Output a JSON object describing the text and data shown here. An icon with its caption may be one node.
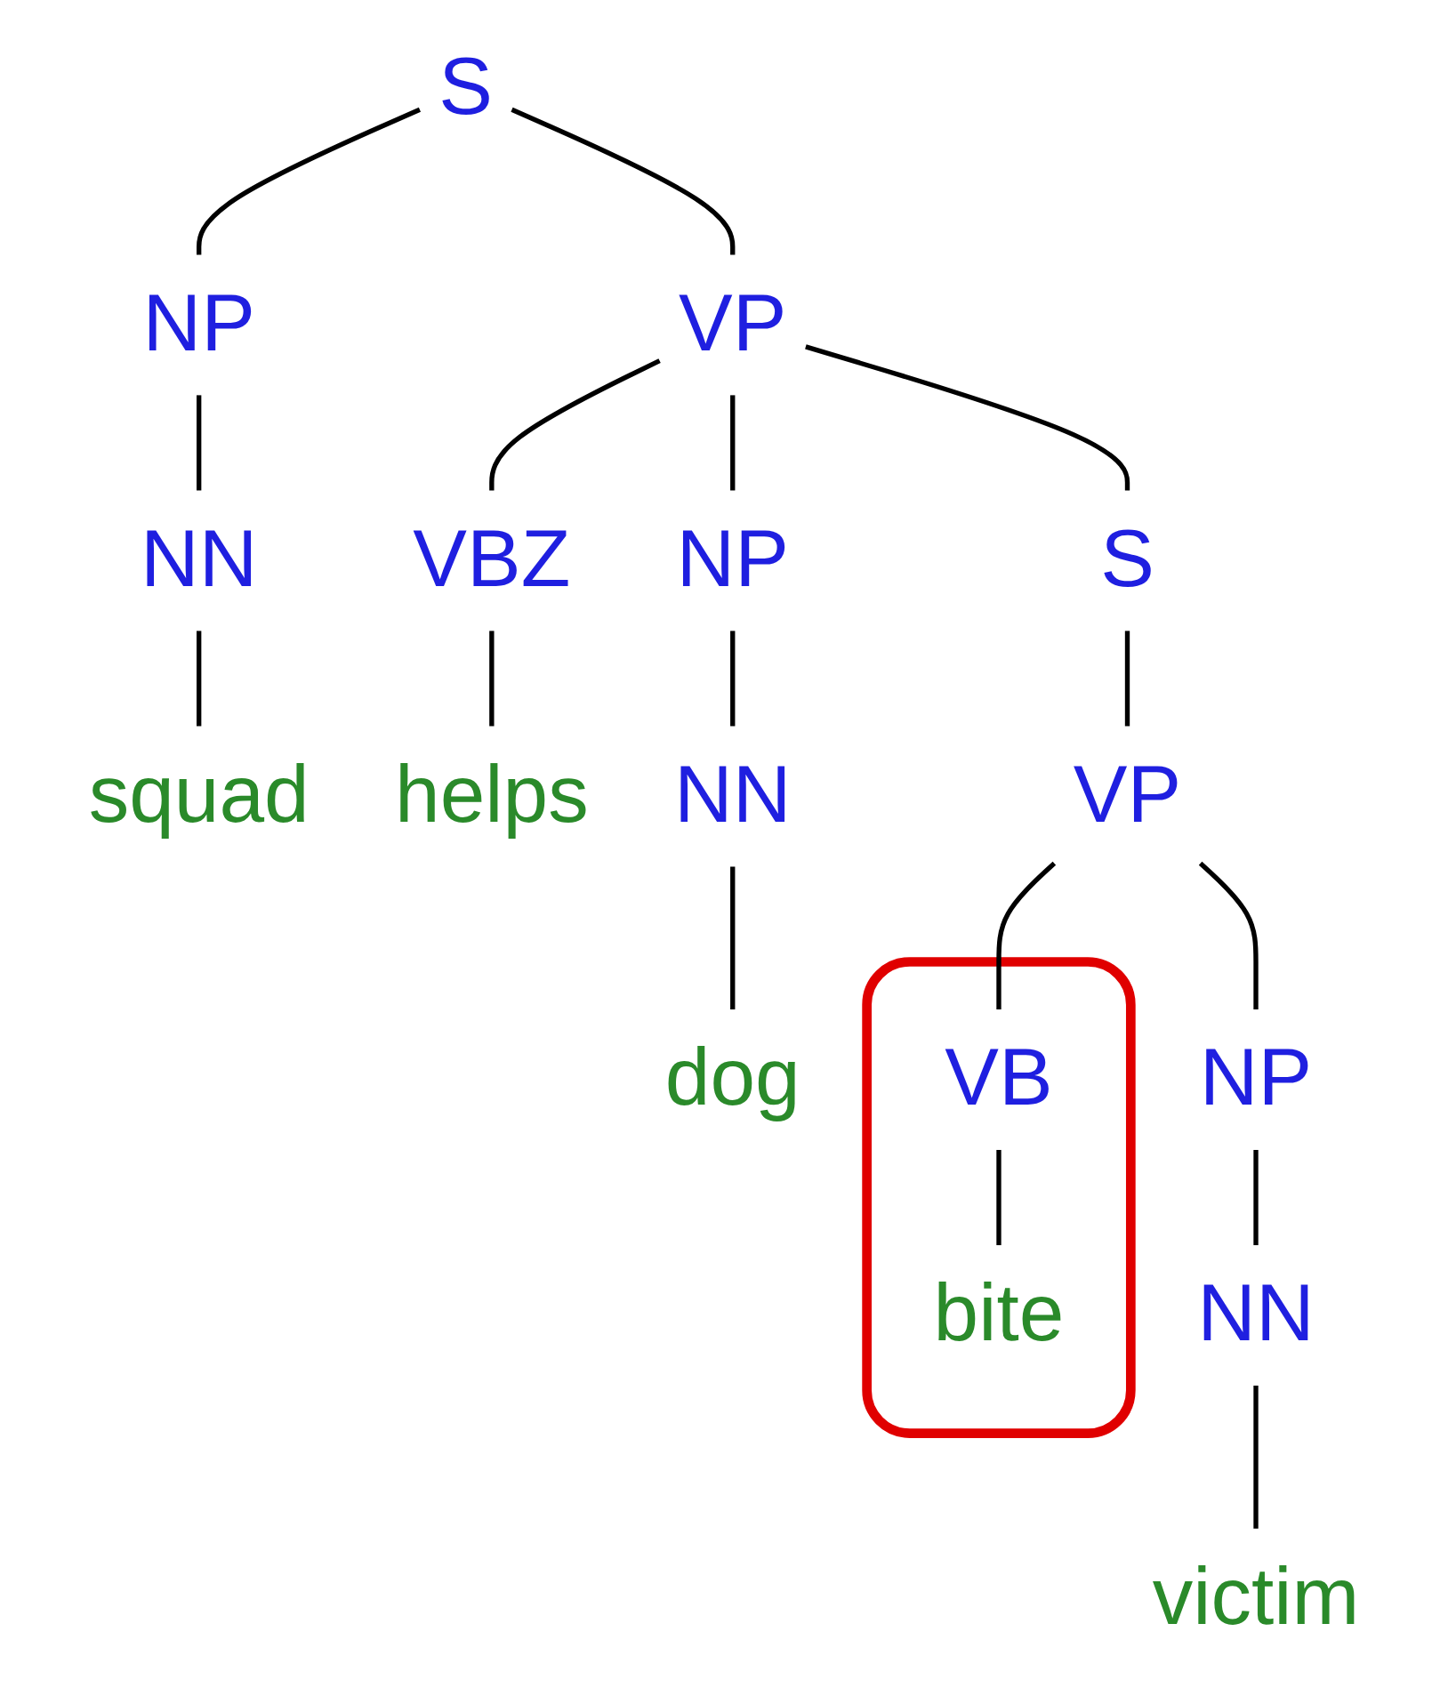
{
  "diagram": {
    "nodes": [
      {
        "text": [
          "S"
        ]
      },
      {
        "text": [
          "NP"
        ]
      },
      {
        "text": [
          "VP"
        ]
      },
      {
        "text": [
          "NN"
        ]
      },
      {
        "text": [
          "VBZ"
        ]
      },
      {
        "text": [
          "NP"
        ]
      },
      {
        "text": [
          "S"
        ]
      },
      {
        "text": [
          "squad"
        ]
      },
      {
        "text": [
          "helps"
        ]
      },
      {
        "text": [
          "NN"
        ]
      },
      {
        "text": [
          "VP"
        ]
      },
      {
        "text": [
          "dog"
        ]
      },
      {
        "text": [],
        "shape": "box"
      },
      {
        "text": [
          "VB"
        ],
        "in": 12
      },
      {
        "text": [
          "NP"
        ]
      },
      {
        "text": [
          "bite"
        ],
        "in": 12
      },
      {
        "text": [
          "NN"
        ]
      },
      {
        "text": [
          "victim"
        ]
      }
    ],
    "edges": [
      {
        "from": 0,
        "to": 1,
        "arrow": "none"
      },
      {
        "from": 0,
        "to": 2,
        "arrow": "none"
      },
      {
        "from": 1,
        "to": 3,
        "arrow": "none"
      },
      {
        "from": 2,
        "to": 4,
        "arrow": "none"
      },
      {
        "from": 2,
        "to": 5,
        "arrow": "none"
      },
      {
        "from": 2,
        "to": 6,
        "arrow": "none"
      },
      {
        "from": 3,
        "to": 7,
        "arrow": "none"
      },
      {
        "from": 4,
        "to": 8,
        "arrow": "none"
      },
      {
        "from": 5,
        "to": 9,
        "arrow": "none"
      },
      {
        "from": 6,
        "to": 10,
        "arrow": "none"
      },
      {
        "from": 9,
        "to": 11,
        "arrow": "none"
      },
      {
        "from": 10,
        "to": 13,
        "arrow": "none"
      },
      {
        "from": 10,
        "to": 14,
        "arrow": "none"
      },
      {
        "from": 13,
        "to": 15,
        "arrow": "none"
      },
      {
        "from": 14,
        "to": 16,
        "arrow": "none"
      },
      {
        "from": 16,
        "to": 17,
        "arrow": "none"
      }
    ]
  }
}
